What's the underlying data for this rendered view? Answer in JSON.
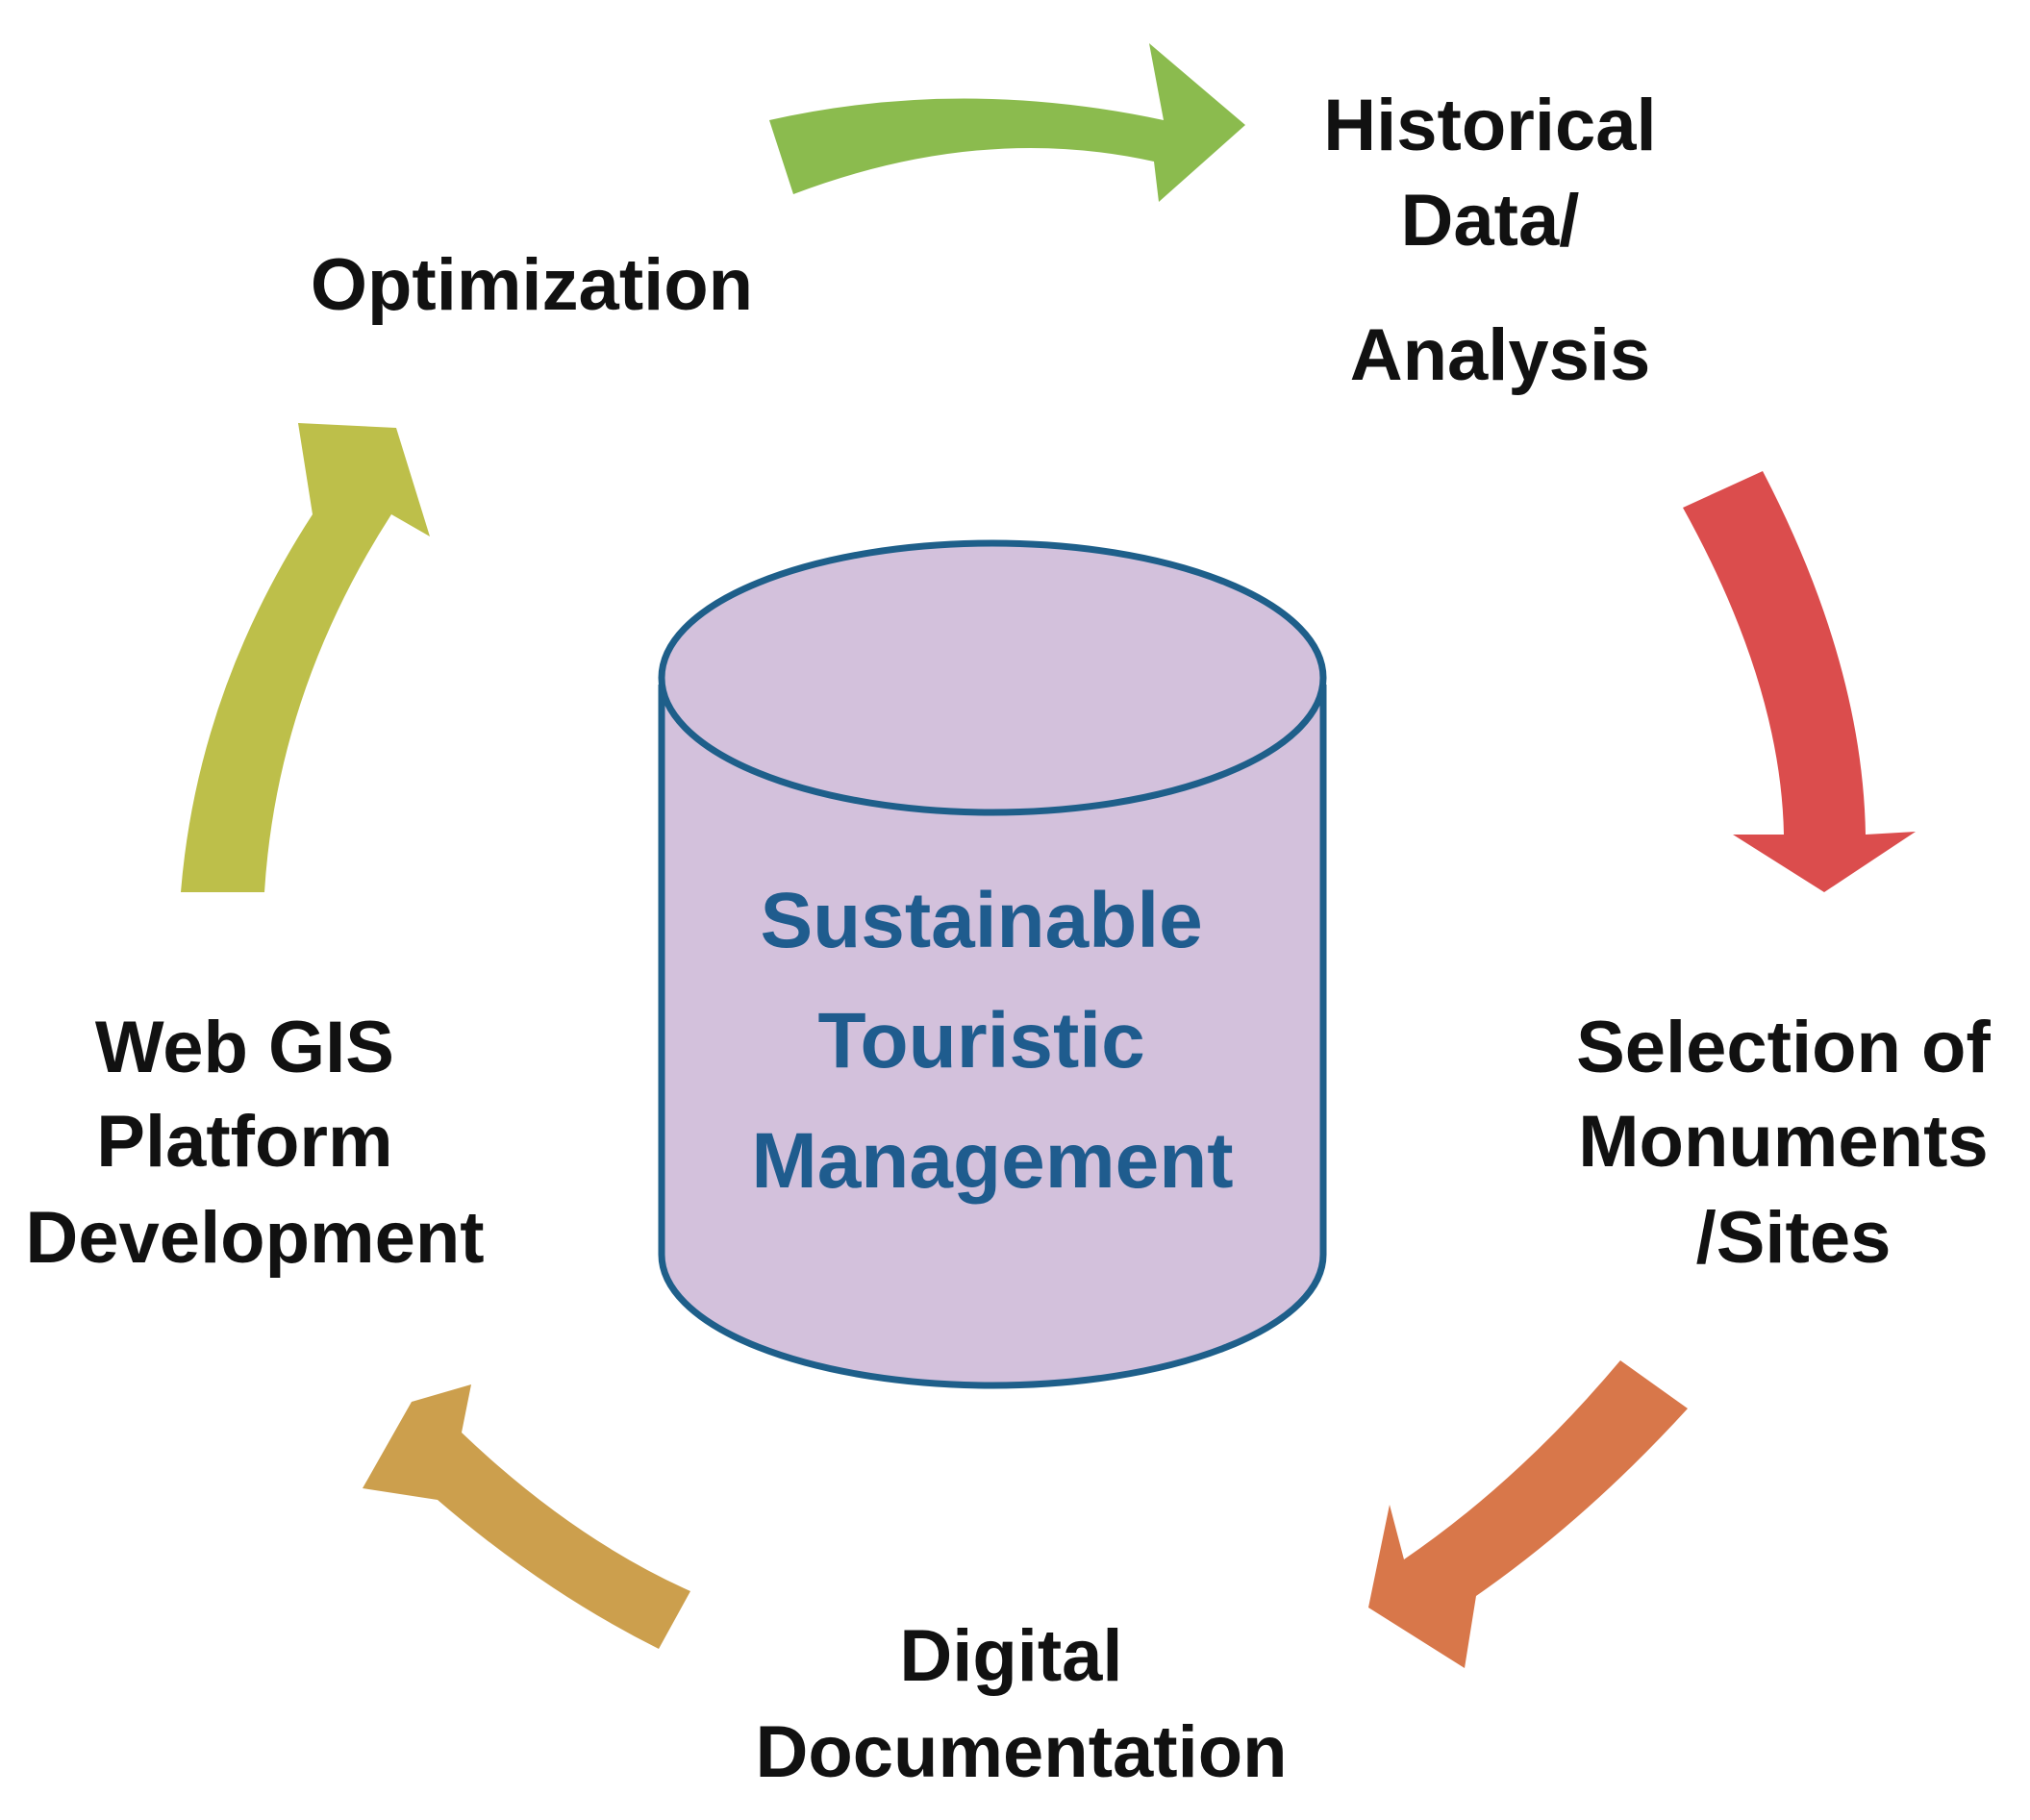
{
  "center": {
    "lines": [
      "Sustainable",
      "Touristic",
      "Management"
    ],
    "fill_color": "#d3c1dc",
    "stroke_color": "#1e5f8a",
    "text_color": "#1f5c8e"
  },
  "steps": [
    {
      "id": "historical",
      "lines": [
        "Historical",
        "Data/",
        "Analysis"
      ]
    },
    {
      "id": "selection",
      "lines": [
        "Selection of",
        "Monuments",
        "/Sites"
      ]
    },
    {
      "id": "digital",
      "lines": [
        "Digital",
        "Documentation"
      ]
    },
    {
      "id": "webgis",
      "lines": [
        "Web GIS",
        "Platform",
        "Development"
      ]
    },
    {
      "id": "optimization",
      "lines": [
        "Optimization"
      ]
    }
  ],
  "arrows": [
    {
      "id": "optimization-to-historical",
      "color": "#8bbb4e"
    },
    {
      "id": "historical-to-selection",
      "color": "#db4d4d"
    },
    {
      "id": "selection-to-digital",
      "color": "#d8774a"
    },
    {
      "id": "digital-to-webgis",
      "color": "#cc9f4d"
    },
    {
      "id": "webgis-to-optimization",
      "color": "#bdbf4a"
    }
  ]
}
